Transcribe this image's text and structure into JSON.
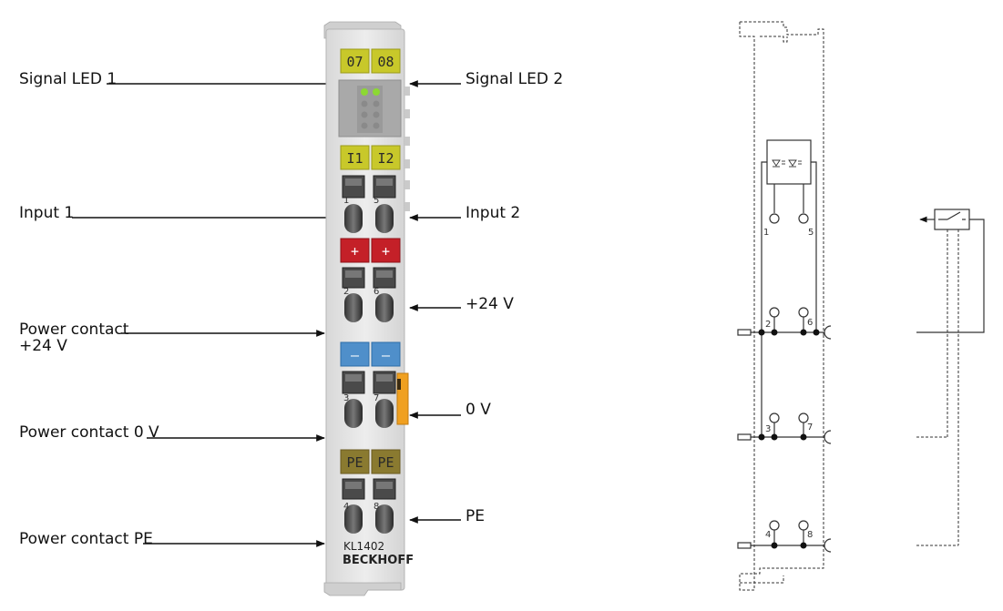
{
  "labels": {
    "signal_led_1": "Signal LED 1",
    "signal_led_2": "Signal LED 2",
    "input_1": "Input 1",
    "input_2": "Input 2",
    "plus_24v": "+24 V",
    "power_contact_24v": "Power contact\n+24 V",
    "zero_v": "0 V",
    "power_contact_0v": "Power contact 0 V",
    "pe": "PE",
    "power_contact_pe": "Power contact PE"
  },
  "terminal": {
    "led_tags": [
      "07",
      "08"
    ],
    "input_tags": [
      "I1",
      "I2"
    ],
    "plus_tags": [
      "+",
      "+"
    ],
    "minus_tags": [
      "–",
      "–"
    ],
    "pe_tags": [
      "PE",
      "PE"
    ],
    "model": "KL1402",
    "brand": "BECKHOFF",
    "contact_numbers": [
      "1",
      "5",
      "2",
      "6",
      "3",
      "7",
      "4",
      "8"
    ],
    "colors": {
      "yellow_tag": "#c8c82a",
      "red_tag": "#c42028",
      "blue_tag": "#4f8fca",
      "pe_tag": "#8a7a30",
      "led_green": "#8cd832",
      "body": "#e4e4e4",
      "orange_contact": "#f0a020"
    }
  },
  "schematic": {
    "terminal_numbers": [
      "1",
      "5",
      "2",
      "6",
      "3",
      "7",
      "4",
      "8"
    ]
  }
}
